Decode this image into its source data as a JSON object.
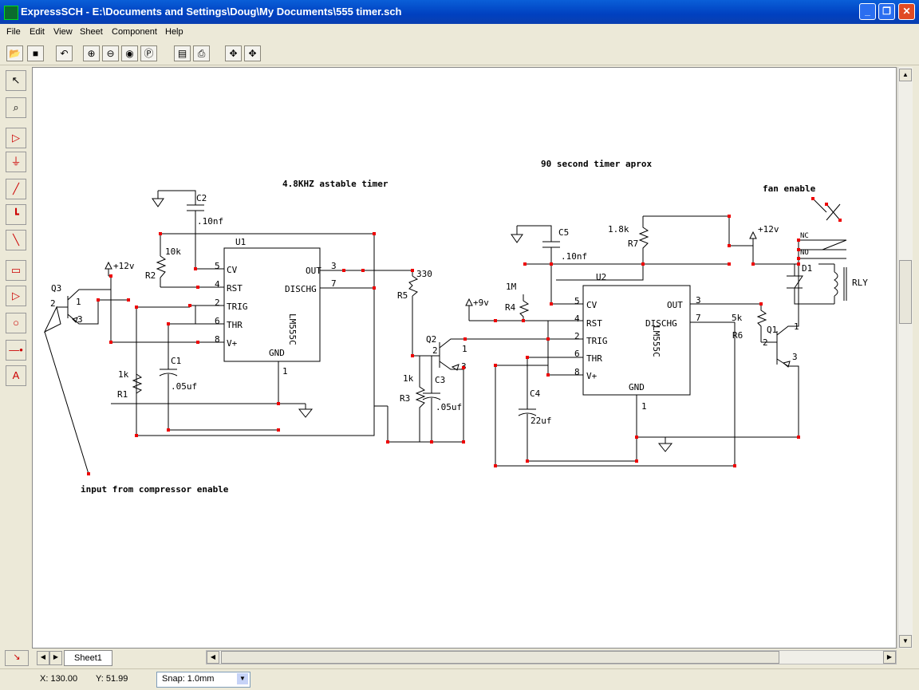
{
  "window": {
    "title": "ExpressSCH - E:\\Documents and Settings\\Doug\\My Documents\\555 timer.sch"
  },
  "menu": [
    "File",
    "Edit",
    "View",
    "Sheet",
    "Component",
    "Help"
  ],
  "toolbar_icons": [
    "open-icon",
    "save-icon",
    "undo-icon",
    "zoom-in-icon",
    "zoom-out-icon",
    "zoom-fit-icon",
    "zoom-page-icon",
    "properties-icon",
    "print-icon",
    "pan-icon",
    "pan-center-icon"
  ],
  "tools": [
    "select-icon",
    "zoom-select-icon",
    "wire-tool-icon",
    "ground-icon",
    "line-icon",
    "bus-icon",
    "diagonal-line-icon",
    "component-icon",
    "buffer-icon",
    "circle-icon",
    "pin-icon",
    "text-icon"
  ],
  "sheet_tab": "Sheet1",
  "status": {
    "x": "X: 130.00",
    "y": "Y: 51.99",
    "snap": "Snap: 1.0mm"
  },
  "schematic": {
    "titles": {
      "astable": "4.8KHZ astable timer",
      "timer90": "90 second timer aprox",
      "fan": "fan  enable",
      "input": "input from compressor enable"
    },
    "u1": {
      "ref": "U1",
      "part": "LM555C",
      "pins": {
        "cv": "CV",
        "rst": "RST",
        "trig": "TRIG",
        "thr": "THR",
        "vplus": "V+",
        "out": "OUT",
        "disch": "DISCHG",
        "gnd": "GND"
      },
      "nums": {
        "cv": "5",
        "rst": "4",
        "trig": "2",
        "thr": "6",
        "vplus": "8",
        "out": "3",
        "disch": "7",
        "gnd": "1"
      }
    },
    "u2": {
      "ref": "U2",
      "part": "LM555C",
      "pins": {
        "cv": "CV",
        "rst": "RST",
        "trig": "TRIG",
        "thr": "THR",
        "vplus": "V+",
        "out": "OUT",
        "disch": "DISCHG",
        "gnd": "GND"
      },
      "nums": {
        "cv": "5",
        "rst": "4",
        "trig": "2",
        "thr": "6",
        "vplus": "8",
        "out": "3",
        "disch": "7",
        "gnd": "1"
      }
    },
    "parts": {
      "c2": "C2",
      "c2v": ".10nf",
      "r2v": "10k",
      "r2": "R2",
      "p12a": "+12v",
      "q3": "Q3",
      "q3b": "2",
      "q3c": "1",
      "q3e": "3",
      "c1": "C1",
      "c1v": ".05uf",
      "r1v": "1k",
      "r1": "R1",
      "r5v": "330",
      "r5": "R5",
      "q2": "Q2",
      "q2b": "2",
      "q2c": "1",
      "q2e": "3",
      "r3v": "1k",
      "r3": "R3",
      "c3": "C3",
      "c3v": ".05uf",
      "p9": "+9v",
      "r4v": "1M",
      "r4": "R4",
      "c5": "C5",
      "c5v": ".10nf",
      "r7v": "1.8k",
      "r7": "R7",
      "c4": "C4",
      "c4v": "22uf",
      "r6v": "5k",
      "r6": "R6",
      "q1": "Q1",
      "q1b": "2",
      "q1c": "1",
      "q1e": "3",
      "p12b": "+12v",
      "nc": "NC",
      "no": "NO",
      "d1": "D1",
      "rly": "RLY"
    }
  }
}
